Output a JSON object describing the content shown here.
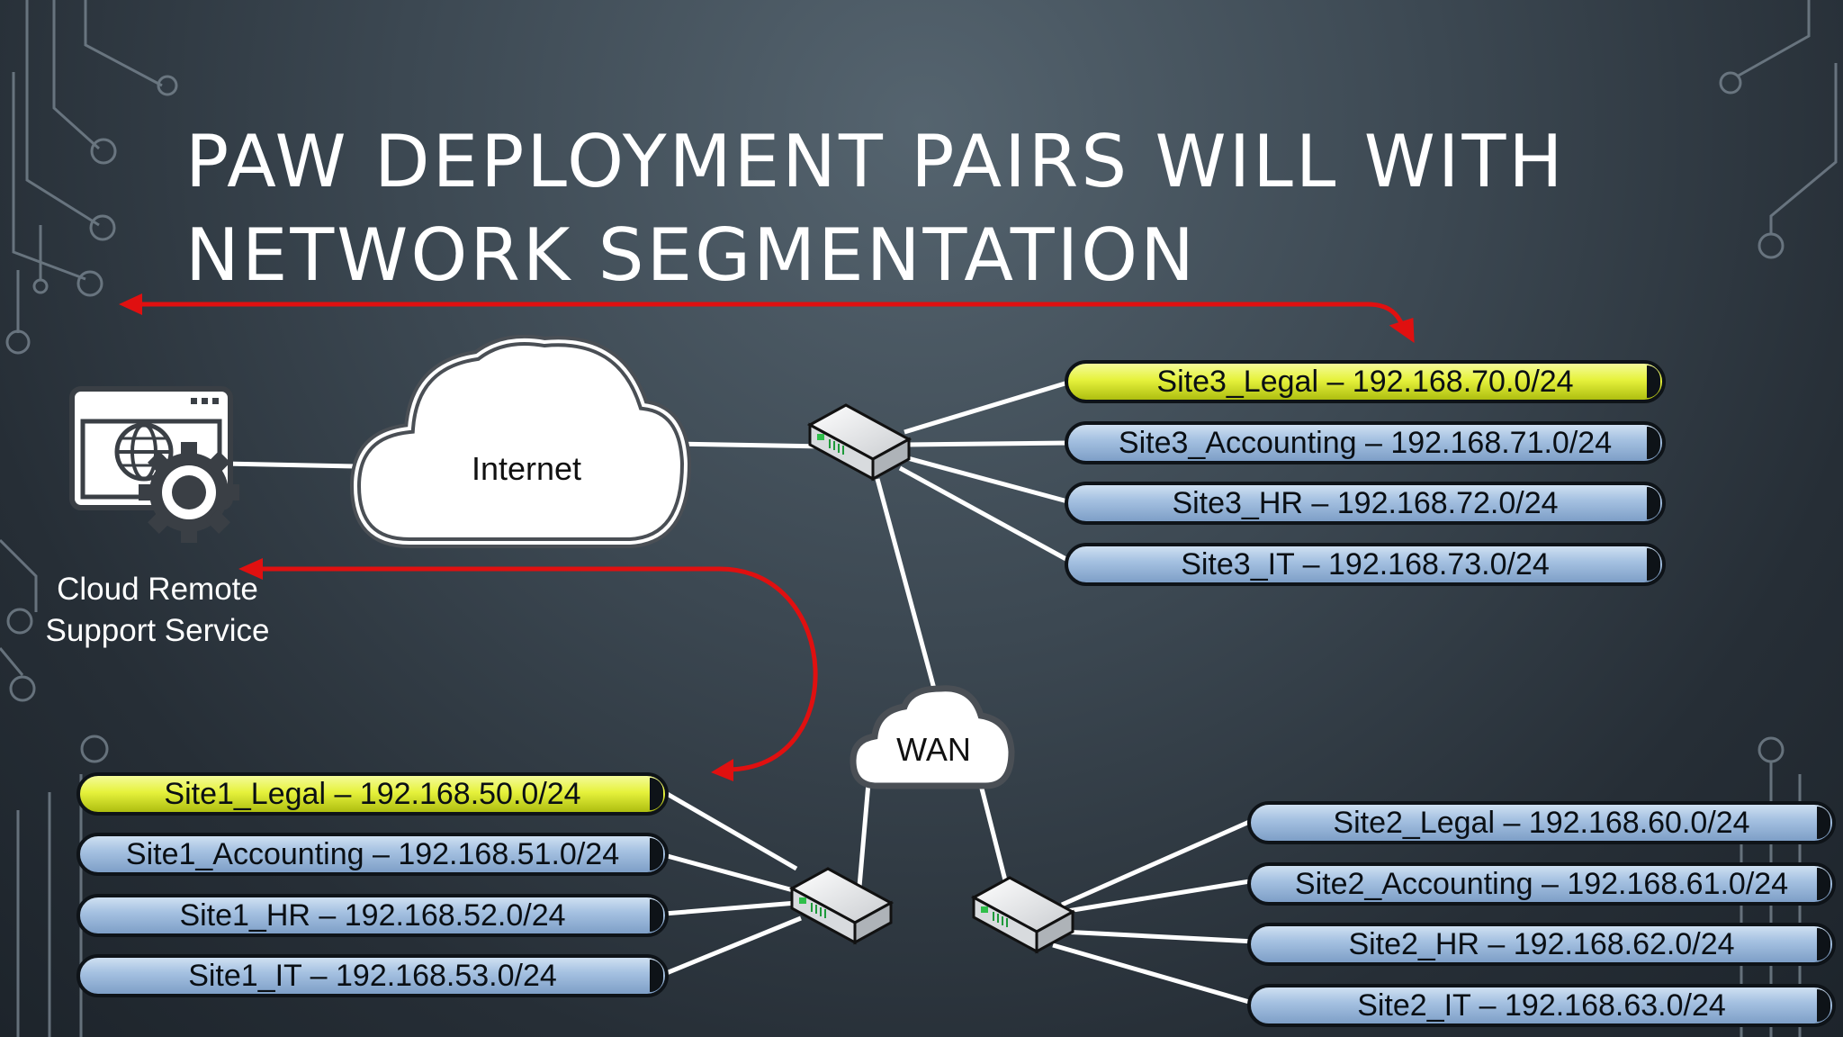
{
  "slide": {
    "title_line1": "PAW DEPLOYMENT PAIRS WILL WITH",
    "title_line2": "NETWORK SEGMENTATION"
  },
  "nodes": {
    "internet_label": "Internet",
    "wan_label": "WAN",
    "cloud_service_line1": "Cloud Remote",
    "cloud_service_line2": "Support Service"
  },
  "colors": {
    "accent_arrow": "#e01010",
    "legal_segment": "#e6f23c",
    "standard_segment": "#a6c2e2"
  },
  "site3": [
    {
      "label": "Site3_Legal – 192.168.70.0/24",
      "highlight": true
    },
    {
      "label": "Site3_Accounting – 192.168.71.0/24",
      "highlight": false
    },
    {
      "label": "Site3_HR – 192.168.72.0/24",
      "highlight": false
    },
    {
      "label": "Site3_IT – 192.168.73.0/24",
      "highlight": false
    }
  ],
  "site1": [
    {
      "label": "Site1_Legal – 192.168.50.0/24",
      "highlight": true
    },
    {
      "label": "Site1_Accounting – 192.168.51.0/24",
      "highlight": false
    },
    {
      "label": "Site1_HR – 192.168.52.0/24",
      "highlight": false
    },
    {
      "label": "Site1_IT – 192.168.53.0/24",
      "highlight": false
    }
  ],
  "site2": [
    {
      "label": "Site2_Legal – 192.168.60.0/24",
      "highlight": false
    },
    {
      "label": "Site2_Accounting – 192.168.61.0/24",
      "highlight": false
    },
    {
      "label": "Site2_HR – 192.168.62.0/24",
      "highlight": false
    },
    {
      "label": "Site2_IT – 192.168.63.0/24",
      "highlight": false
    }
  ]
}
